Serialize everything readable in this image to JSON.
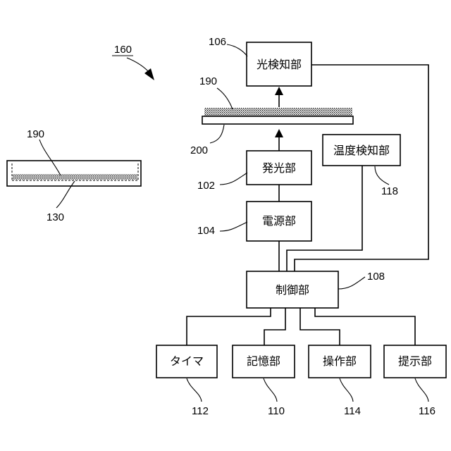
{
  "figure": {
    "ref_160": "160",
    "light_detector": {
      "label": "光検知部",
      "ref": "106"
    },
    "sample_film": {
      "ref_190": "190",
      "ref_200": "200"
    },
    "light_emitter": {
      "label": "発光部",
      "ref": "102"
    },
    "temp_detector": {
      "label": "温度検知部",
      "ref": "118"
    },
    "power_supply": {
      "label": "電源部",
      "ref": "104"
    },
    "controller": {
      "label": "制御部",
      "ref": "108"
    },
    "timer": {
      "label": "タイマ",
      "ref": "112"
    },
    "memory": {
      "label": "記憶部",
      "ref": "110"
    },
    "operation": {
      "label": "操作部",
      "ref": "114"
    },
    "display": {
      "label": "提示部",
      "ref": "116"
    },
    "container": {
      "ref_190": "190",
      "ref_130": "130"
    }
  }
}
